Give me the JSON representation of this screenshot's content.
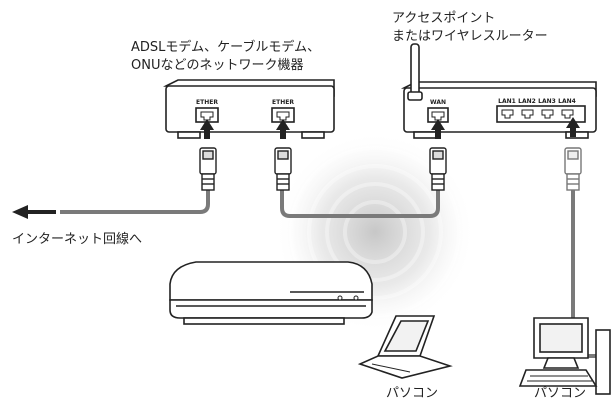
{
  "labels": {
    "modem_line1": "ADSLモデム、ケーブルモデム、",
    "modem_line2": "ONUなどのネットワーク機器",
    "ap_line1": "アクセスポイント",
    "ap_line2": "またはワイヤレスルーター",
    "internet": "インターネット回線へ",
    "pc_laptop": "パソコン",
    "pc_desktop": "パソコン"
  },
  "ports": {
    "modem_1": "ETHER",
    "modem_2": "ETHER",
    "router_wan": "WAN",
    "router_lan": [
      "LAN1",
      "LAN2",
      "LAN3",
      "LAN4"
    ]
  },
  "colors": {
    "line": "#222222",
    "cable": "#7a7a7a",
    "wireless": "#d9d9d9",
    "device_fill": "#ffffff"
  },
  "icons": [
    "modem-icon",
    "router-icon",
    "antenna-icon",
    "ethernet-plug-icon",
    "game-console-icon",
    "laptop-icon",
    "desktop-pc-icon",
    "arrow-left-icon"
  ]
}
